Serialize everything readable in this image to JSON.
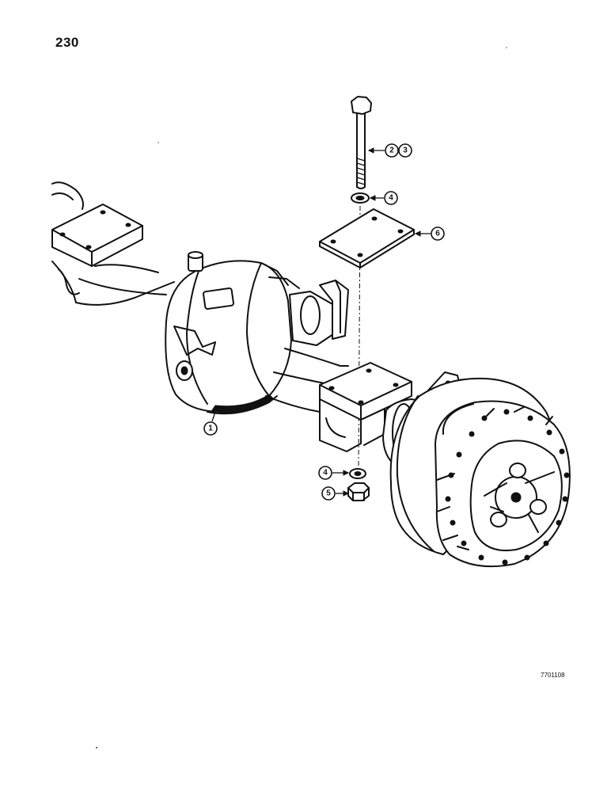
{
  "page_number": "230",
  "figure_id": "7701108",
  "callouts": [
    {
      "label": "1"
    },
    {
      "label": "2"
    },
    {
      "label": "3"
    },
    {
      "label": "4"
    },
    {
      "label": "4"
    },
    {
      "label": "5"
    },
    {
      "label": "6"
    }
  ]
}
